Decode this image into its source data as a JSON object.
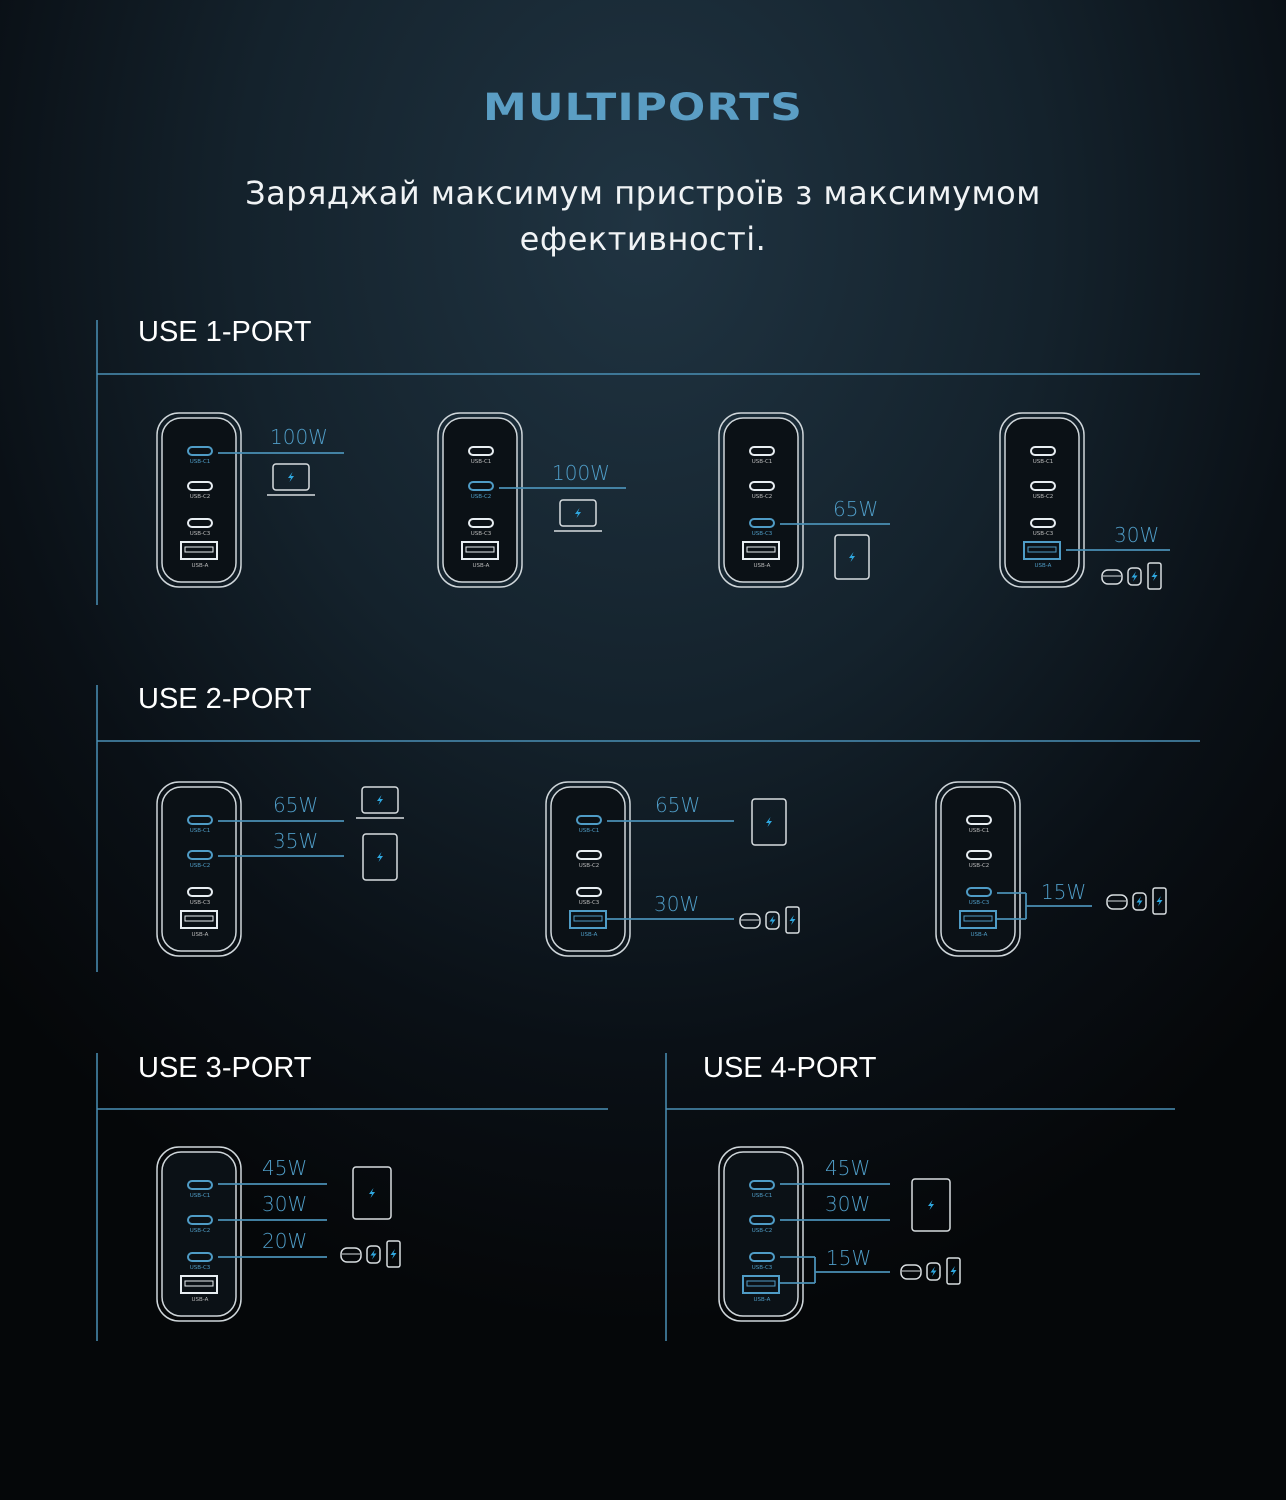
{
  "title": "MULTIPORTS",
  "subtitle": "Заряджай максимум пристроїв з максимумом ефективності.",
  "port_labels": {
    "c1": "USB-C1",
    "c2": "USB-C2",
    "c3": "USB-C3",
    "a": "USB-A"
  },
  "colors": {
    "accent": "#4f9cc6",
    "line": "#4a8fb5",
    "inactive": "#e8eef2"
  },
  "sections": {
    "one_port": {
      "title": "USE 1-PORT",
      "configs": [
        {
          "ports": [
            "USB-C1"
          ],
          "power": "100W",
          "device": "laptop-icon"
        },
        {
          "ports": [
            "USB-C2"
          ],
          "power": "100W",
          "device": "laptop-icon"
        },
        {
          "ports": [
            "USB-C3"
          ],
          "power": "65W",
          "device": "tablet-icon"
        },
        {
          "ports": [
            "USB-A"
          ],
          "power": "30W",
          "device": "earbuds-watch-phone-icons"
        }
      ]
    },
    "two_port": {
      "title": "USE 2-PORT",
      "configs": [
        {
          "ports": [
            "USB-C1",
            "USB-C2"
          ],
          "powers": [
            "65W",
            "35W"
          ],
          "devices": [
            "laptop-icon",
            "tablet-icon"
          ]
        },
        {
          "ports": [
            "USB-C1",
            "USB-A"
          ],
          "powers": [
            "65W",
            "30W"
          ],
          "devices": [
            "tablet-icon",
            "earbuds-watch-phone-icons"
          ]
        },
        {
          "ports": [
            "USB-C3",
            "USB-A"
          ],
          "powers": [
            "15W"
          ],
          "devices": [
            "earbuds-watch-phone-icons"
          ]
        }
      ]
    },
    "three_port": {
      "title": "USE 3-PORT",
      "configs": [
        {
          "ports": [
            "USB-C1",
            "USB-C2",
            "USB-C3"
          ],
          "powers": [
            "45W",
            "30W",
            "20W"
          ],
          "devices": [
            "tablet-icon",
            "earbuds-watch-phone-icons"
          ]
        }
      ]
    },
    "four_port": {
      "title": "USE 4-PORT",
      "configs": [
        {
          "ports": [
            "USB-C1",
            "USB-C2",
            "USB-C3",
            "USB-A"
          ],
          "powers": [
            "45W",
            "30W",
            "15W"
          ],
          "devices": [
            "tablet-icon",
            "earbuds-watch-phone-icons"
          ]
        }
      ]
    }
  }
}
